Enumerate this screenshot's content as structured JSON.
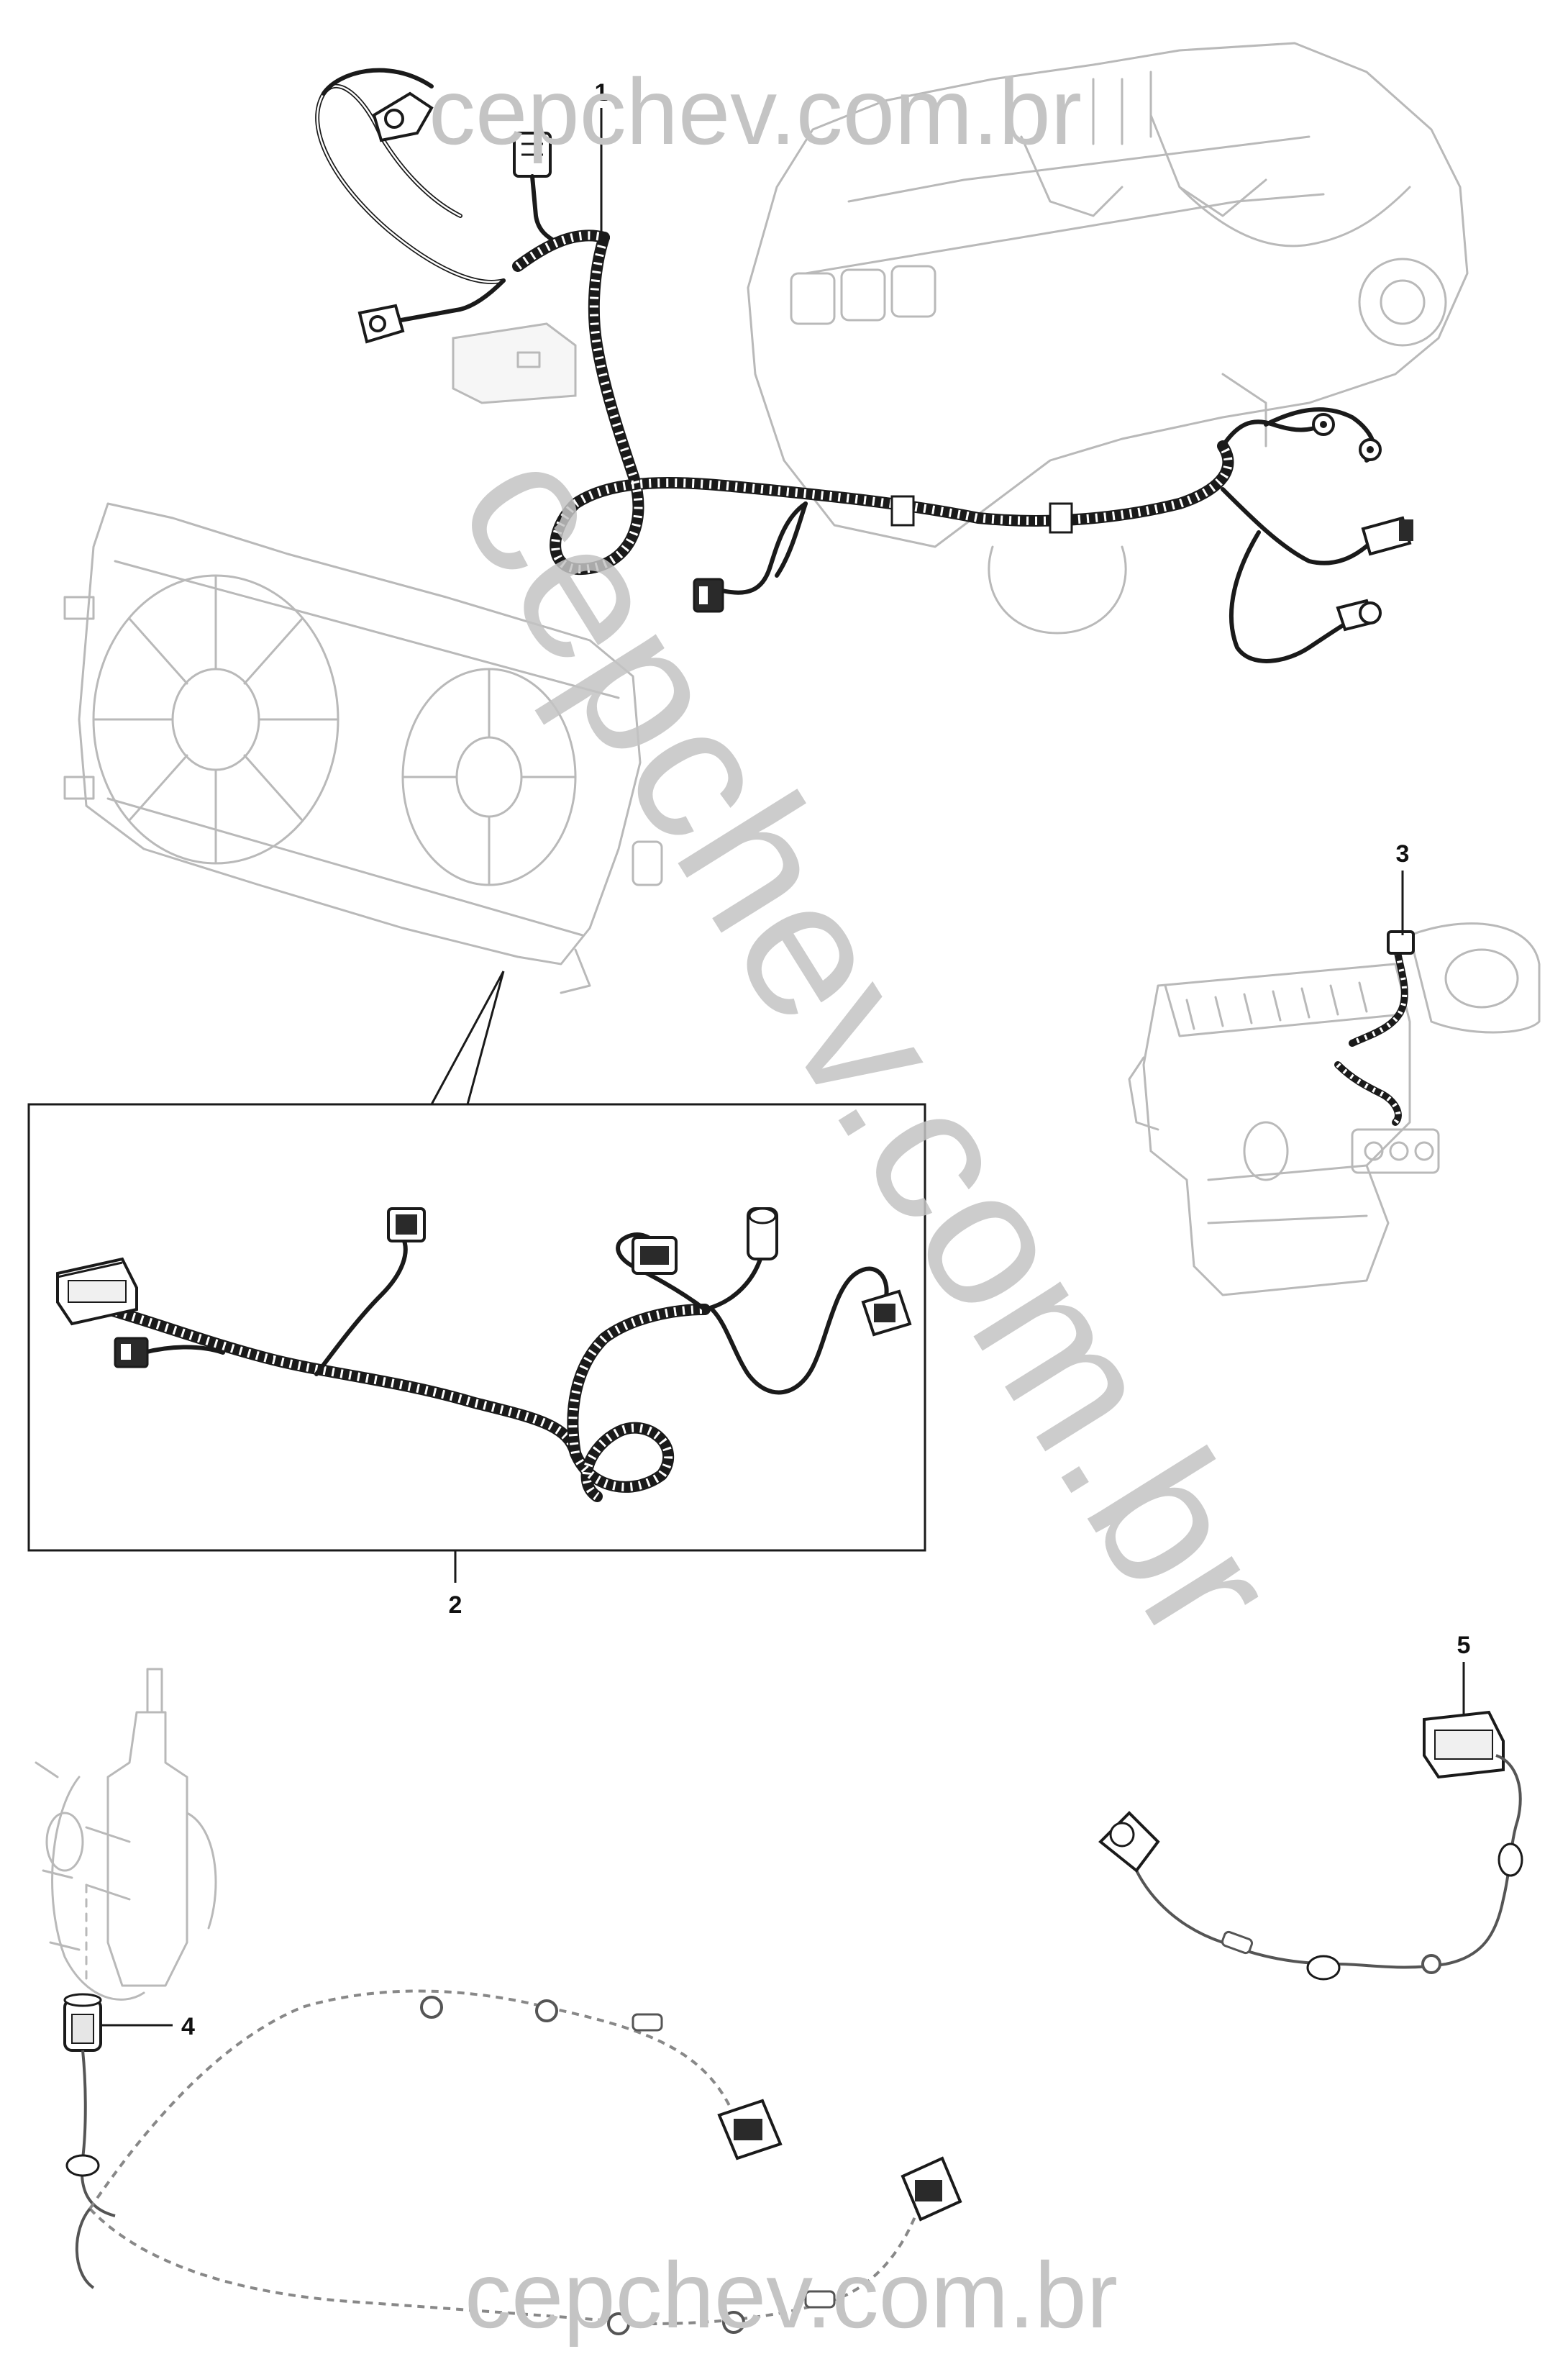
{
  "watermark": {
    "top": "cepchev.com.br",
    "diagonal": "cepchev.com.br",
    "bottom": "cepchev.com.br"
  },
  "callouts": {
    "c1": "1",
    "c2": "2",
    "c3": "3",
    "c4": "4",
    "c5": "5"
  }
}
